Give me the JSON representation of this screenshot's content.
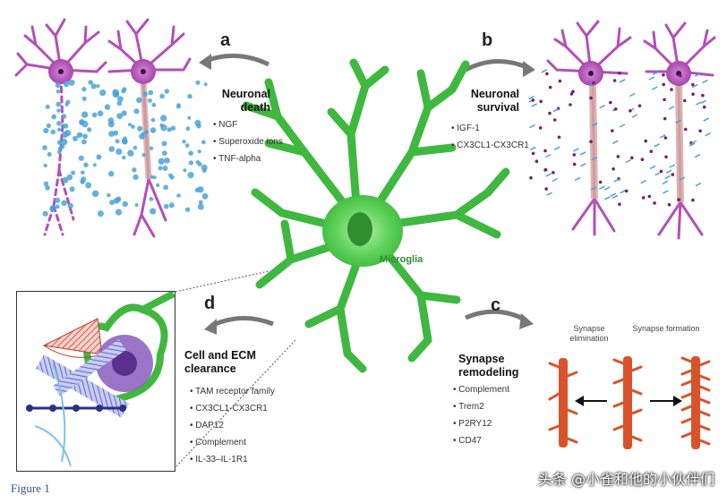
{
  "panels": {
    "a": {
      "letter": "a",
      "title": "Neuronal death",
      "items": [
        "NGF",
        "Superoxide ions",
        "TNF-alpha"
      ]
    },
    "b": {
      "letter": "b",
      "title": "Neuronal survival",
      "items": [
        "IGF-1",
        "CX3CL1-CX3CR1"
      ]
    },
    "c": {
      "letter": "c",
      "title": "Synapse remodeling",
      "items": [
        "Complement",
        "Trem2",
        "P2RY12",
        "CD47"
      ]
    },
    "d": {
      "letter": "d",
      "title": "Cell and ECM clearance",
      "items": [
        "TAM receptor family",
        "CX3CL1-CX3CR1",
        "DAP12",
        "Complement",
        "IL-33–IL-1R1"
      ]
    }
  },
  "center_label": "Microglia",
  "synapse": {
    "elimination": "Synapse elimination",
    "formation": "Synapse formation"
  },
  "caption": "Figure 1",
  "watermark": "头条 @小雀和他的小伙伴们",
  "colors": {
    "microglia": "#4cc94c",
    "neuron": "#b34fb8",
    "axon": "#d6a8a0",
    "dendrite_spine": "#d9532a",
    "dots_blue": "#4aa3d8"
  }
}
